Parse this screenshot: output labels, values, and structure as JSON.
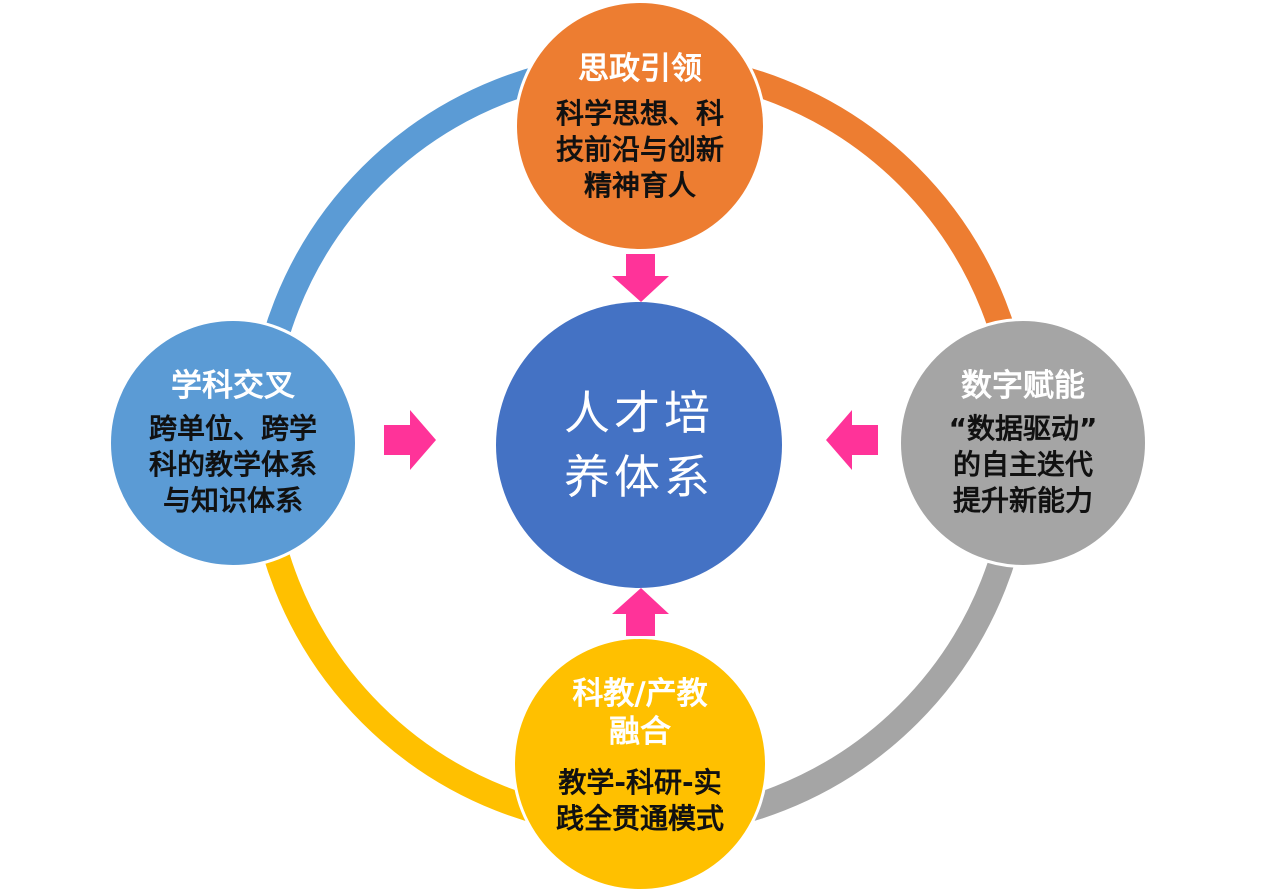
{
  "center": {
    "text": "人才培\n养体系"
  },
  "nodes": {
    "top": {
      "title": "思政引领",
      "desc": "科学思想、科\n技前沿与创新\n精神育人"
    },
    "left": {
      "title": "学科交叉",
      "desc": "跨单位、跨学\n科的教学体系\n与知识体系"
    },
    "right": {
      "title": "数字赋能",
      "desc": "“数据驱动”\n的自主迭代\n提升新能力"
    },
    "bottom": {
      "title": "科教/产教\n融合",
      "desc": "教学-科研-实\n践全贯通模式"
    }
  },
  "colors": {
    "center": "#4472C4",
    "top": "#ED7D31",
    "left": "#5B9BD5",
    "right": "#A5A5A5",
    "bottom": "#FFC000",
    "arrow": "#FF3399"
  }
}
